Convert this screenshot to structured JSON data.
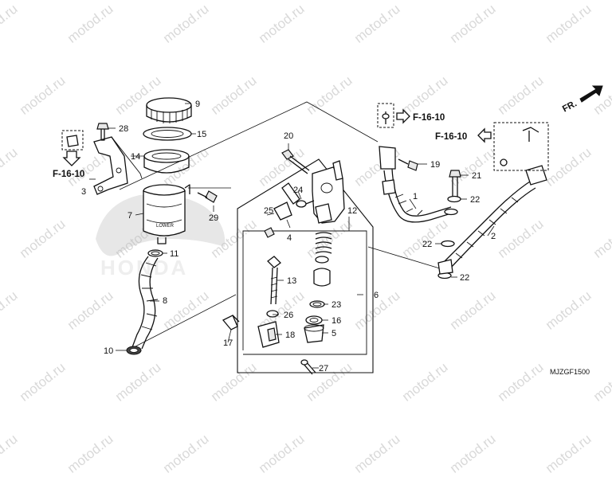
{
  "diagram_code": "MJZGF1500",
  "watermark_text": "motod.ru",
  "front_label": "FR.",
  "ref_labels": [
    {
      "id": "ref-top",
      "text": "F-16-10"
    },
    {
      "id": "ref-right",
      "text": "F-16-10"
    },
    {
      "id": "ref-left",
      "text": "F-16-10"
    }
  ],
  "callouts": [
    "9",
    "28",
    "15",
    "14",
    "3",
    "7",
    "29",
    "11",
    "8",
    "10",
    "20",
    "24",
    "25",
    "4",
    "12",
    "13",
    "26",
    "18",
    "17",
    "23",
    "16",
    "5",
    "6",
    "27",
    "19",
    "21",
    "1",
    "22",
    "22",
    "2",
    "22"
  ],
  "colors": {
    "ink": "#111111",
    "watermark": "#d9d9d9",
    "background": "#ffffff"
  }
}
